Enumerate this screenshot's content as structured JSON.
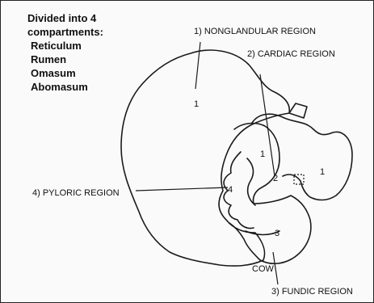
{
  "intro": {
    "heading": "Divided into 4 compartments:",
    "compartments": [
      "Reticulum",
      "Rumen",
      "Omasum",
      "Abomasum"
    ]
  },
  "regions": {
    "nonglandular": "1) NONGLANDULAR REGION",
    "cardiac": "2) CARDIAC REGION",
    "fundic": "3) FUNDIC REGION",
    "pyloric": "4) PYLORIC REGION"
  },
  "animal_label": "COW",
  "region_numbers": {
    "rumen": "1",
    "reticulum": "1",
    "omasum": "1",
    "cardiac": "2",
    "fundic": "3",
    "pyloric": "4"
  }
}
